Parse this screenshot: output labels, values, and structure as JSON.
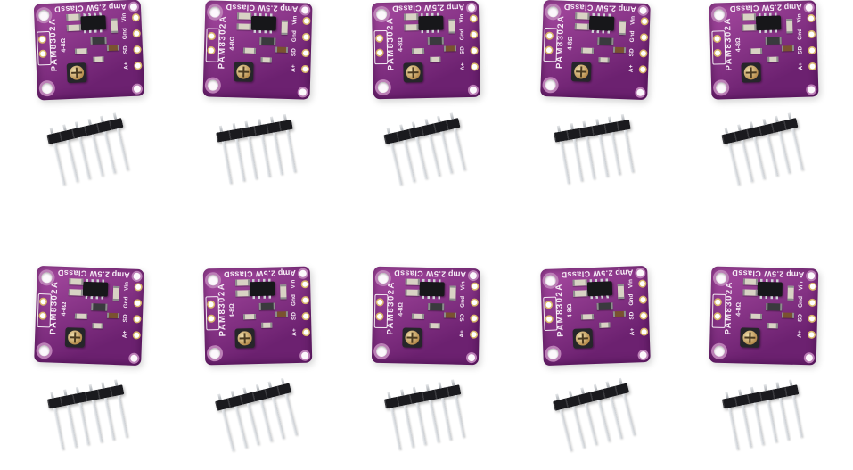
{
  "background_color": "#ffffff",
  "product": {
    "rows": 2,
    "per_row": 5,
    "board_count": 10
  },
  "board": {
    "model": "PAM8302A",
    "line1": "2.5W ClassD",
    "line2": "Amp",
    "impedance": "4-8Ω",
    "pin_labels": [
      "Vin",
      "Gnd",
      "SD",
      "A+"
    ],
    "colors": {
      "pcb_light": "#a84ba2",
      "pcb_dark": "#6c2170",
      "silkscreen": "#f6ecf6"
    }
  },
  "header": {
    "pin_count": 6,
    "colors": {
      "body": "#1a1a1e",
      "pin": "#c9cdd2"
    }
  }
}
